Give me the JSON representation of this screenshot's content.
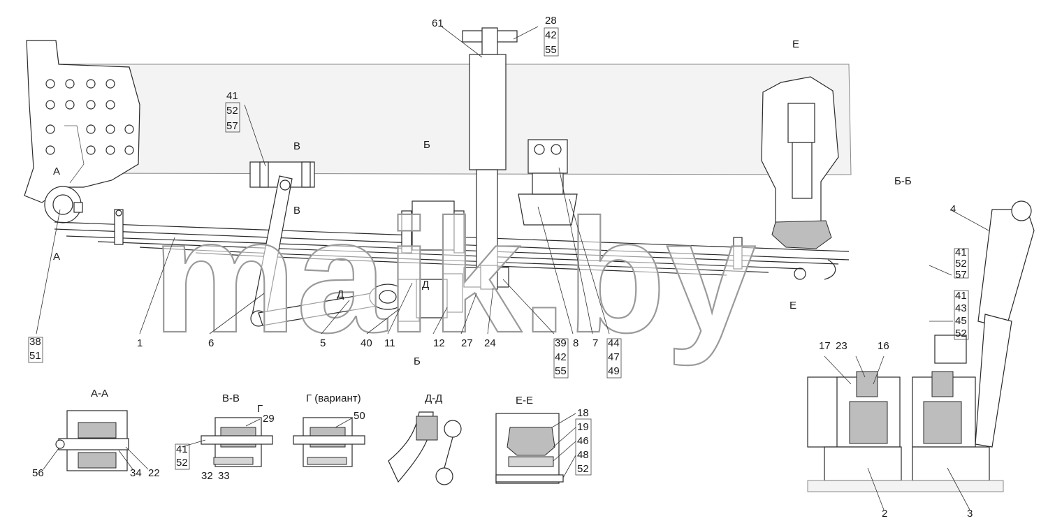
{
  "watermark": "maik.by",
  "section_titles": {
    "aa": "А-А",
    "vv": "В-В",
    "g_variant": "Г (вариант)",
    "dd": "Д-Д",
    "ee": "Е-Е",
    "bb": "Б-Б"
  },
  "section_marks": {
    "a_top": "А",
    "a_bottom": "А",
    "v_top": "В",
    "v_mid": "В",
    "b_top": "Б",
    "b_bottom": "Б",
    "d_left": "Д",
    "d_right": "Д",
    "e_top": "Е",
    "e_bottom": "Е",
    "g_small": "Г"
  },
  "callouts": {
    "c61": "61",
    "c28": "28",
    "c42a": "42",
    "c55a": "55",
    "c41a": "41",
    "c52a": "52",
    "c57a": "57",
    "c38": "38",
    "c51": "51",
    "c1": "1",
    "c6": "6",
    "c5": "5",
    "c40": "40",
    "c11": "11",
    "c12": "12",
    "c27": "27",
    "c24": "24",
    "c39": "39",
    "c42b": "42",
    "c55b": "55",
    "c8": "8",
    "c7": "7",
    "c44": "44",
    "c47": "47",
    "c49": "49",
    "c4": "4",
    "c41b": "41",
    "c52b": "52",
    "c57b": "57",
    "c41c": "41",
    "c43": "43",
    "c45": "45",
    "c52c": "52",
    "c17": "17",
    "c23": "23",
    "c16": "16",
    "c2": "2",
    "c3": "3",
    "c56": "56",
    "c34": "34",
    "c22": "22",
    "c29": "29",
    "c41d": "41",
    "c52d": "52",
    "c32": "32",
    "c33": "33",
    "c50": "50",
    "c18": "18",
    "c19": "19",
    "c46": "46",
    "c48": "48",
    "c52e": "52"
  }
}
